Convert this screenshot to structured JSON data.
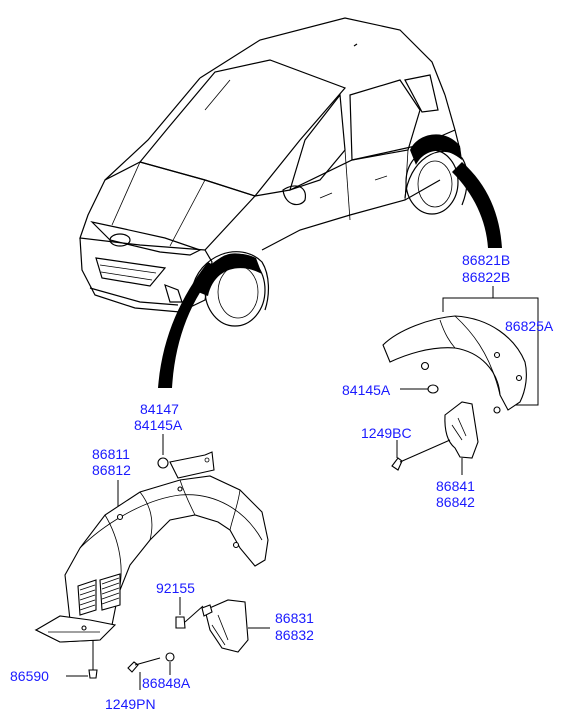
{
  "diagram": {
    "labels": {
      "part_86821B": "86821B",
      "part_86822B": "86822B",
      "part_86825A": "86825A",
      "part_84145A_rear": "84145A",
      "part_1249BC": "1249BC",
      "part_86841": "86841",
      "part_86842": "86842",
      "part_84147": "84147",
      "part_84145A_front": "84145A",
      "part_86811": "86811",
      "part_86812": "86812",
      "part_92155": "92155",
      "part_86831": "86831",
      "part_86832": "86832",
      "part_86590": "86590",
      "part_86848A": "86848A",
      "part_1249PN": "1249PN"
    },
    "colors": {
      "label": "#1a1aff",
      "line": "#000000",
      "background": "#ffffff"
    }
  }
}
